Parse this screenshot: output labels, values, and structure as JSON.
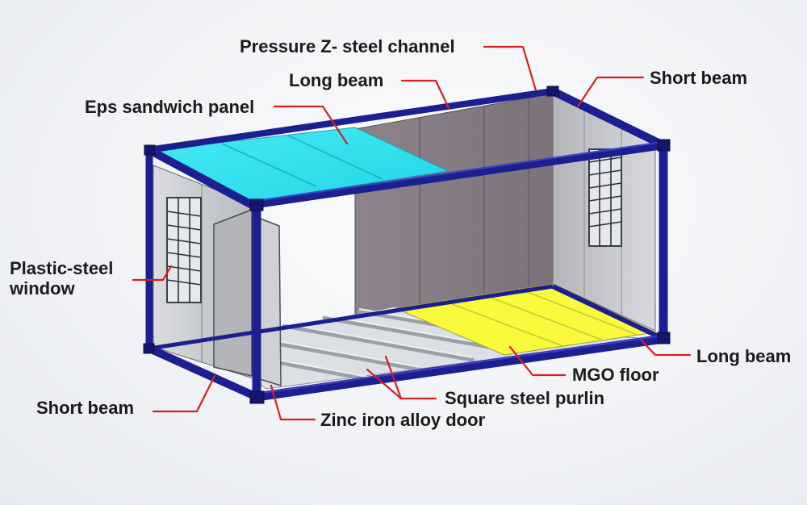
{
  "diagram": {
    "type": "labeled-3d-illustration",
    "subject": "container-house",
    "colors": {
      "frame": "#1c1f8f",
      "frame_edge": "#0c0e52",
      "roof_panel": "#31e2ee",
      "mgo_floor": "#fafa3c",
      "wall_panel": "#8a8088",
      "leader": "#d42020",
      "label_text": "#1b1b1b"
    },
    "labels": {
      "pressure_channel": "Pressure Z- steel channel",
      "long_beam_top": "Long beam",
      "short_beam_top": "Short beam",
      "eps_panel": "Eps sandwich panel",
      "window": "Plastic-steel window",
      "long_beam_bottom": "Long beam",
      "mgo_floor": "MGO floor",
      "purlin": "Square steel purlin",
      "short_beam_bottom": "Short beam",
      "door": "Zinc iron alloy door"
    }
  }
}
